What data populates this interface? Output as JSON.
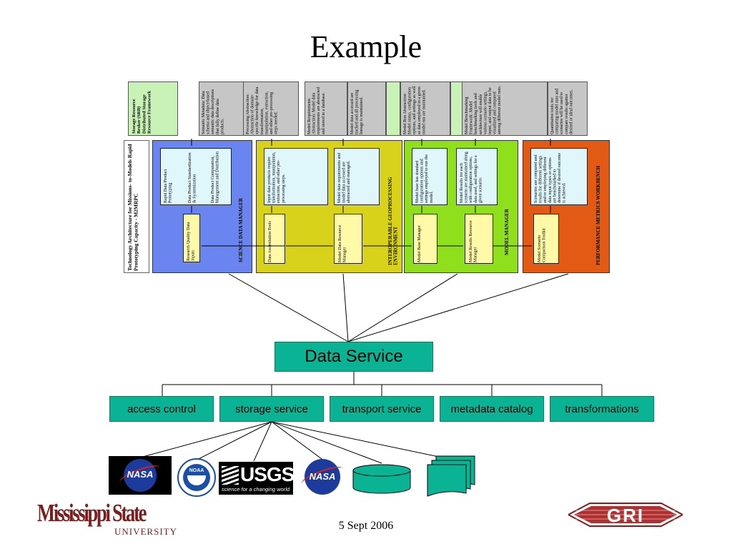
{
  "title": "Example",
  "architecture": {
    "side_label": "Technology Architecture for Missions- to-Models Rapid Prototyping Capacity - M2MRPC",
    "top_boxes": [
      {
        "text": "Storage Resource Broker (SRB) Distributed Storage Resource Framework",
        "style": "green"
      },
      {
        "text": "Semantic Metadata: Data schema and object-based semantic data descriptions that fully define data products.",
        "style": "gray"
      },
      {
        "text": "Processing Abstraction: Abstraction of domain-specific knowledge for data transformation, manipulation, extraction, and other pre-processing steps needed.",
        "style": "gray"
      },
      {
        "text": "Model Requirements Abstraction: Model data requirements are abstracted and stored in a database.",
        "style": "gray"
      },
      {
        "text": "Model data accessed are tracked and all processing lineage is maintained.",
        "style": "gray"
      },
      {
        "text": "Model Run Abstraction: Model status, configuration options, and settings as well as data employed in a given model run are maintained.",
        "style": "gray"
      },
      {
        "text": "Model Benchmarking Framework: Model benchmarking tools and architecture will enable various scenario settings, input, and output data to be visualized and compared among different model runs.",
        "style": "gray"
      },
      {
        "text": "Quantitative tools for comparing model runs and scenarios will be used to compare results against desired or ideal outcomes.",
        "style": "gray"
      }
    ],
    "panels": [
      {
        "label": "SCIENCE DATA MANAGER",
        "cyan": [
          "Rapid Data Product Prototyping",
          "Data Product Standardization & Systemization",
          "Data Product Computation, Management and Distribution"
        ],
        "yellow": [
          "Research Quality Data Inputs"
        ]
      },
      {
        "label": "INTEROPERABLE GEOPROCESSING ENVIRONMENT",
        "cyan": [
          "Input data products require transformation, manipulation, extraction, and other pre-processing steps.",
          "Model data requirements and model data accessed are abstracted and managed."
        ],
        "yellow": [
          "Data Assimilation Tools",
          "Model Data Resource Manager"
        ]
      },
      {
        "label": "MODEL MANAGER",
        "cyan": [
          "Model base has standard configuration options and settings employed to run the model.",
          "Model Results for each scenario are maintained along with configuration options, data used, and settings for a given scenario."
        ],
        "yellow": [
          "Model Base Manager",
          "Model Results Resource Manager"
        ]
      },
      {
        "label": "PERFORMANCE METRICS WORKBENCH",
        "cyan": [
          "Scenarios are compared and results for different settings and/or employing different data input types or options are benchmarked to determine if desired outcome is achieved."
        ],
        "yellow": [
          "Model Scenario Comparison Toolkit"
        ]
      }
    ]
  },
  "data_service": "Data Service",
  "services": [
    "access control",
    "storage service",
    "transport service",
    "metadata catalog",
    "transformations"
  ],
  "logos": {
    "nasa": "NASA",
    "noaa": "NOAA",
    "usgs": "USGS",
    "usgs_tagline": "science for a changing world",
    "msu_main": "Mississippi State",
    "msu_sub": "UNIVERSITY",
    "gri": "GRI"
  },
  "footer": "5 Sept 2006",
  "colors": {
    "service_fill": "#0ab394",
    "panel_blue": "#6a84f0",
    "panel_yellow": "#d9d21a",
    "panel_green": "#8fdf1c",
    "panel_orange": "#e25a14",
    "msu_maroon": "#7a1e1e"
  }
}
